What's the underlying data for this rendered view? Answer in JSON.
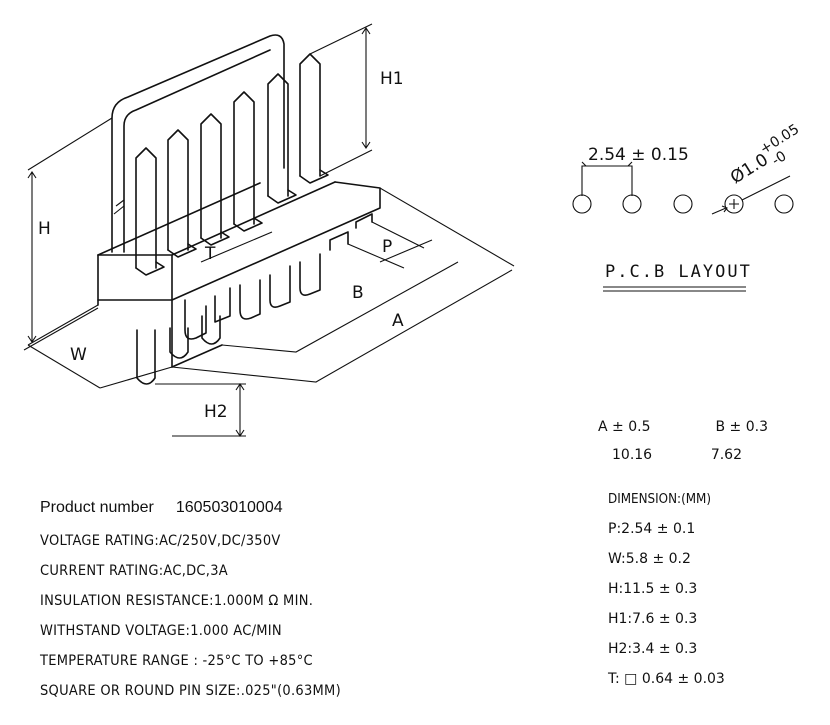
{
  "drawing_labels": {
    "h1": "H1",
    "h": "H",
    "t": "T",
    "p": "P",
    "b": "B",
    "a": "A",
    "w": "W",
    "h2": "H2"
  },
  "pcb_layout": {
    "pitch_label": "2.54 ± 0.15",
    "hole_label": "Ø1.0 +0.05 -0",
    "hole_main": "Ø1.0",
    "hole_tol_plus": "+0.05",
    "hole_tol_minus": "-0",
    "title": "P.C.B LAYOUT",
    "hole_count": 5
  },
  "product": {
    "label": "Product number",
    "number": "160503010004"
  },
  "specs": [
    "VOLTAGE RATING:AC/250V,DC/350V",
    "CURRENT RATING:AC,DC,3A",
    "INSULATION RESISTANCE:1.000M Ω MIN.",
    "WITHSTAND VOLTAGE:1.000 AC/MIN",
    "TEMPERATURE RANGE : -25°C TO +85°C",
    "SQUARE OR ROUND PIN SIZE:.025\"(0.63MM)"
  ],
  "tolerance_table": {
    "headers": [
      "A ± 0.5",
      "B ± 0.3"
    ],
    "values": [
      "10.16",
      "7.62"
    ]
  },
  "dimensions": {
    "title": "DIMENSION:(MM)",
    "rows": [
      "P:2.54 ± 0.1",
      "W:5.8 ± 0.2",
      "H:11.5 ± 0.3",
      "H1:7.6 ± 0.3",
      "H2:3.4 ± 0.3",
      "T: □ 0.64 ± 0.03"
    ]
  }
}
